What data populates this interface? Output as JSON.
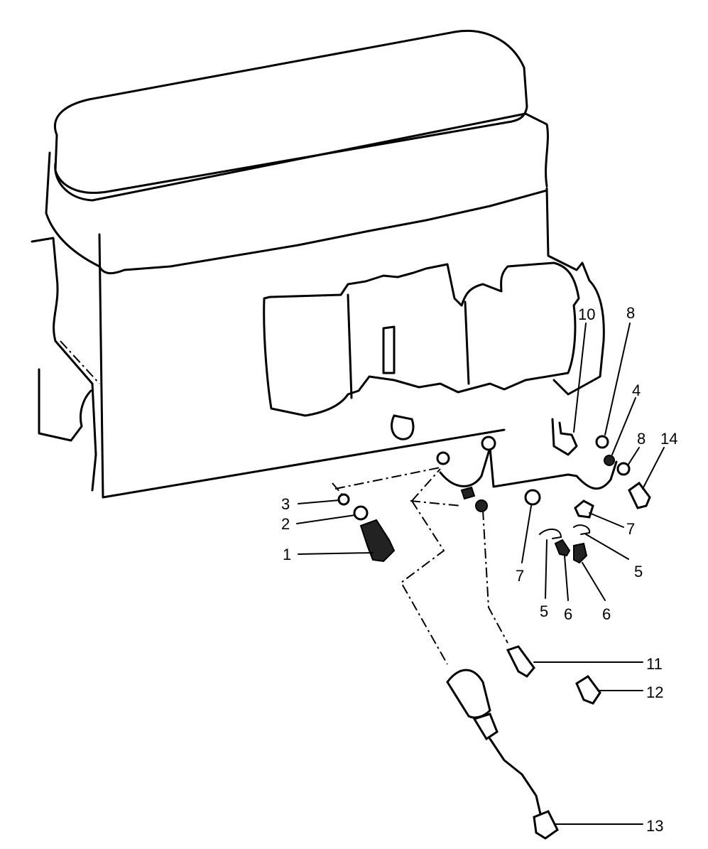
{
  "callouts": [
    {
      "id": "c1",
      "text": "1"
    },
    {
      "id": "c2",
      "text": "2"
    },
    {
      "id": "c3",
      "text": "3"
    },
    {
      "id": "c4",
      "text": "4"
    },
    {
      "id": "c5a",
      "text": "5"
    },
    {
      "id": "c5b",
      "text": "5"
    },
    {
      "id": "c6a",
      "text": "6"
    },
    {
      "id": "c6b",
      "text": "6"
    },
    {
      "id": "c7a",
      "text": "7"
    },
    {
      "id": "c7b",
      "text": "7"
    },
    {
      "id": "c8a",
      "text": "8"
    },
    {
      "id": "c8b",
      "text": "8"
    },
    {
      "id": "c10",
      "text": "10"
    },
    {
      "id": "c11",
      "text": "11"
    },
    {
      "id": "c12",
      "text": "12"
    },
    {
      "id": "c13",
      "text": "13"
    },
    {
      "id": "c14",
      "text": "14"
    }
  ]
}
